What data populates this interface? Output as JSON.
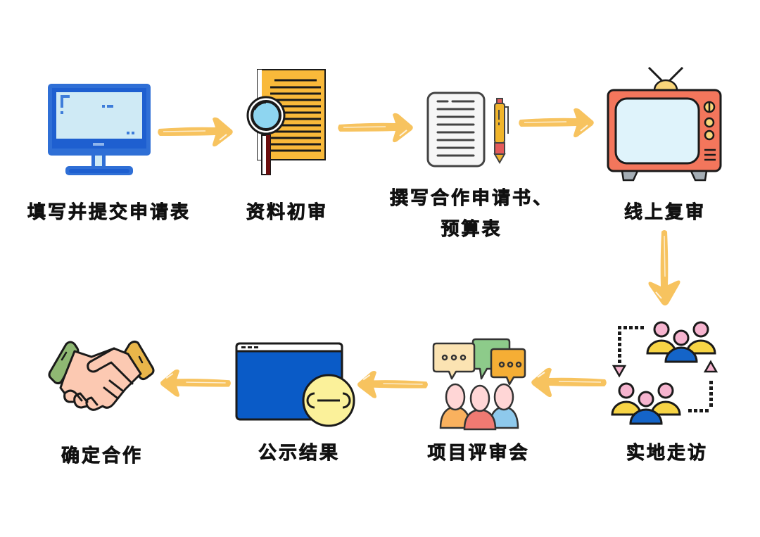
{
  "diagram": {
    "type": "process-flow",
    "colors": {
      "arrow": "#F7C35F",
      "outline": "#1a1a1a",
      "monitor_blue": "#2F6FD6",
      "screen_light": "#CFEAF5",
      "document_orange": "#F9B93A",
      "tv_red": "#F3765C",
      "people_yellow": "#F7D445",
      "people_blue": "#1464C8",
      "people_pink": "#F6B4CF",
      "browser_blue": "#0A5BC7",
      "badge_yellow": "#FBF19A"
    },
    "steps": [
      {
        "id": 1,
        "label": "填写并提交申请表",
        "icon": "computer-monitor-icon"
      },
      {
        "id": 2,
        "label": "资料初审",
        "icon": "document-magnifier-icon"
      },
      {
        "id": 3,
        "label_line1": "撰写合作申请书、",
        "label_line2": "预算表",
        "icon": "document-pen-icon"
      },
      {
        "id": 4,
        "label": "线上复审",
        "icon": "television-icon"
      },
      {
        "id": 5,
        "label": "实地走访",
        "icon": "people-exchange-icon"
      },
      {
        "id": 6,
        "label": "项目评审会",
        "icon": "meeting-discussion-icon"
      },
      {
        "id": 7,
        "label": "公示结果",
        "icon": "browser-window-icon"
      },
      {
        "id": 8,
        "label": "确定合作",
        "icon": "handshake-icon"
      }
    ],
    "connections": [
      {
        "from": 1,
        "to": 2,
        "direction": "right"
      },
      {
        "from": 2,
        "to": 3,
        "direction": "right"
      },
      {
        "from": 3,
        "to": 4,
        "direction": "right"
      },
      {
        "from": 4,
        "to": 5,
        "direction": "down"
      },
      {
        "from": 5,
        "to": 6,
        "direction": "left"
      },
      {
        "from": 6,
        "to": 7,
        "direction": "left"
      },
      {
        "from": 7,
        "to": 8,
        "direction": "left"
      }
    ]
  }
}
